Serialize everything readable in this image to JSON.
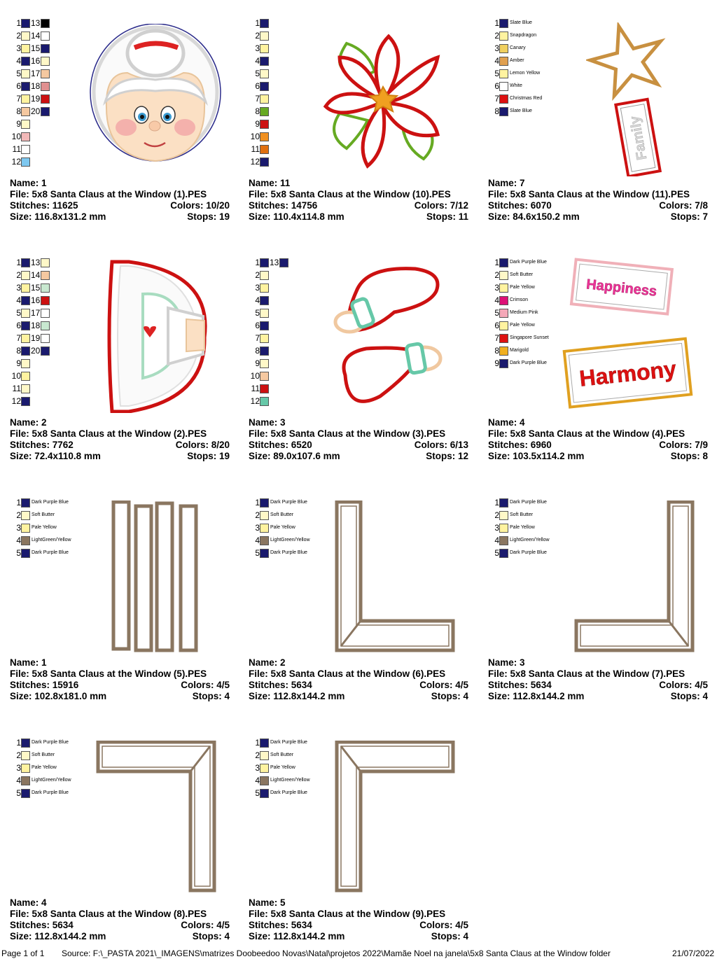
{
  "designs": [
    {
      "id": "d1",
      "name": "Name: 1",
      "file": "File: 5x8  Santa Claus at the Window (1).PES",
      "stitches": "Stitches: 11625",
      "colors": "Colors: 10/20",
      "size": "Size: 116.8x131.2 mm",
      "stops": "Stops: 19",
      "palette": [
        {
          "n": "1",
          "c": "#1a1a6e",
          "n2": "13",
          "c2": "#000000"
        },
        {
          "n": "2",
          "c": "#fff8c8",
          "n2": "14",
          "c2": "#ffffff"
        },
        {
          "n": "3",
          "c": "#fff3a0",
          "n2": "15",
          "c2": "#1a1a6e"
        },
        {
          "n": "4",
          "c": "#1a1a6e",
          "n2": "16",
          "c2": "#fff8c8"
        },
        {
          "n": "5",
          "c": "#fff8c8",
          "n2": "17",
          "c2": "#f5c8a0"
        },
        {
          "n": "6",
          "c": "#1a1a6e",
          "n2": "18",
          "c2": "#e09090"
        },
        {
          "n": "7",
          "c": "#fff3a0",
          "n2": "19",
          "c2": "#cc1111"
        },
        {
          "n": "8",
          "c": "#f5c8a0",
          "n2": "20",
          "c2": "#1a1a6e"
        },
        {
          "n": "9",
          "c": "#fff8c8"
        },
        {
          "n": "10",
          "c": "#f2b8b8"
        },
        {
          "n": "11",
          "c": "#ffffff"
        },
        {
          "n": "12",
          "c": "#7ec8f0"
        }
      ]
    },
    {
      "id": "d2",
      "name": "Name: 11",
      "file": "File: 5x8  Santa Claus at the Window (10).PES",
      "stitches": "Stitches: 14756",
      "colors": "Colors: 7/12",
      "size": "Size: 110.4x114.8 mm",
      "stops": "Stops: 11",
      "palette": [
        {
          "n": "1",
          "c": "#1a1a6e"
        },
        {
          "n": "2",
          "c": "#fff8c8"
        },
        {
          "n": "3",
          "c": "#fff3a0"
        },
        {
          "n": "4",
          "c": "#1a1a6e"
        },
        {
          "n": "5",
          "c": "#fff8c8"
        },
        {
          "n": "6",
          "c": "#1a1a6e"
        },
        {
          "n": "7",
          "c": "#fff3a0"
        },
        {
          "n": "8",
          "c": "#66aa22"
        },
        {
          "n": "9",
          "c": "#cc1111"
        },
        {
          "n": "10",
          "c": "#f09020"
        },
        {
          "n": "11",
          "c": "#e07010"
        },
        {
          "n": "12",
          "c": "#1a1a6e"
        }
      ]
    },
    {
      "id": "d3",
      "name": "Name: 7",
      "file": "File: 5x8  Santa Claus at the Window (11).PES",
      "stitches": "Stitches: 6070",
      "colors": "Colors: 7/8",
      "size": "Size: 84.6x150.2 mm",
      "stops": "Stops: 7",
      "palette": [
        {
          "n": "1",
          "c": "#1a1a6e",
          "label": "Slate Blue"
        },
        {
          "n": "2",
          "c": "#fff3a0",
          "label": "Snapdragon"
        },
        {
          "n": "3",
          "c": "#f0d060",
          "label": "Canary"
        },
        {
          "n": "4",
          "c": "#e0a050",
          "label": "Amber"
        },
        {
          "n": "5",
          "c": "#fff3a0",
          "label": "Lemon Yellow"
        },
        {
          "n": "6",
          "c": "#ffffff",
          "label": "White"
        },
        {
          "n": "7",
          "c": "#dd1111",
          "label": "Christmas Red"
        },
        {
          "n": "8",
          "c": "#1a1a6e",
          "label": "Slate Blue"
        }
      ]
    },
    {
      "id": "d4",
      "name": "Name: 2",
      "file": "File: 5x8  Santa Claus at the Window (2).PES",
      "stitches": "Stitches: 7762",
      "colors": "Colors: 8/20",
      "size": "Size: 72.4x110.8 mm",
      "stops": "Stops: 19",
      "palette": [
        {
          "n": "1",
          "c": "#1a1a6e",
          "n2": "13",
          "c2": "#fff8c8"
        },
        {
          "n": "2",
          "c": "#fff8c8",
          "n2": "14",
          "c2": "#f5c8a0"
        },
        {
          "n": "3",
          "c": "#fff3a0",
          "n2": "15",
          "c2": "#c8e8d0"
        },
        {
          "n": "4",
          "c": "#1a1a6e",
          "n2": "16",
          "c2": "#cc1111"
        },
        {
          "n": "5",
          "c": "#fff8c8",
          "n2": "17",
          "c2": "#ffffff"
        },
        {
          "n": "6",
          "c": "#1a1a6e",
          "n2": "18",
          "c2": "#c8e8d0"
        },
        {
          "n": "7",
          "c": "#fff3a0",
          "n2": "19",
          "c2": "#ffffff"
        },
        {
          "n": "8",
          "c": "#1a1a6e",
          "n2": "20",
          "c2": "#1a1a6e"
        },
        {
          "n": "9",
          "c": "#fff8c8"
        },
        {
          "n": "10",
          "c": "#fff3a0"
        },
        {
          "n": "11",
          "c": "#fff8c8"
        },
        {
          "n": "12",
          "c": "#1a1a6e"
        }
      ]
    },
    {
      "id": "d5",
      "name": "Name: 3",
      "file": "File: 5x8  Santa Claus at the Window (3).PES",
      "stitches": "Stitches: 6520",
      "colors": "Colors: 6/13",
      "size": "Size: 89.0x107.6 mm",
      "stops": "Stops: 12",
      "palette": [
        {
          "n": "1",
          "c": "#1a1a6e",
          "n2": "13",
          "c2": "#1a1a6e"
        },
        {
          "n": "2",
          "c": "#fff8c8"
        },
        {
          "n": "3",
          "c": "#fff3a0"
        },
        {
          "n": "4",
          "c": "#1a1a6e"
        },
        {
          "n": "5",
          "c": "#fff8c8"
        },
        {
          "n": "6",
          "c": "#1a1a6e"
        },
        {
          "n": "7",
          "c": "#fff3a0"
        },
        {
          "n": "8",
          "c": "#1a1a6e"
        },
        {
          "n": "9",
          "c": "#fff8c8"
        },
        {
          "n": "10",
          "c": "#f5c8a0"
        },
        {
          "n": "11",
          "c": "#cc1111"
        },
        {
          "n": "12",
          "c": "#66c8a8"
        }
      ]
    },
    {
      "id": "d6",
      "name": "Name: 4",
      "file": "File: 5x8  Santa Claus at the Window (4).PES",
      "stitches": "Stitches: 6960",
      "colors": "Colors: 7/9",
      "size": "Size: 103.5x114.2 mm",
      "stops": "Stops: 8",
      "palette": [
        {
          "n": "1",
          "c": "#1a1a6e",
          "label": "Dark Purple Blue"
        },
        {
          "n": "2",
          "c": "#fff8c8",
          "label": "Soft Butter"
        },
        {
          "n": "3",
          "c": "#fff3a0",
          "label": "Pale Yellow"
        },
        {
          "n": "4",
          "c": "#dd1177",
          "label": "Crimson"
        },
        {
          "n": "5",
          "c": "#f5a8b8",
          "label": "Medium Pink"
        },
        {
          "n": "6",
          "c": "#fff3a0",
          "label": "Pale Yellow"
        },
        {
          "n": "7",
          "c": "#dd1111",
          "label": "Singapore Sunset"
        },
        {
          "n": "8",
          "c": "#f0b020",
          "label": "Marigold"
        },
        {
          "n": "9",
          "c": "#1a1a6e",
          "label": "Dark Purple Blue"
        }
      ]
    },
    {
      "id": "d7",
      "name": "Name: 1",
      "file": "File: 5x8  Santa Claus at the Window (5).PES",
      "stitches": "Stitches: 15916",
      "colors": "Colors: 4/5",
      "size": "Size: 102.8x181.0 mm",
      "stops": "Stops: 4",
      "palette": [
        {
          "n": "1",
          "c": "#1a1a6e",
          "label": "Dark Purple Blue"
        },
        {
          "n": "2",
          "c": "#fff8c8",
          "label": "Soft Butter"
        },
        {
          "n": "3",
          "c": "#fff3a0",
          "label": "Pale Yellow"
        },
        {
          "n": "4",
          "c": "#8a7660",
          "label": "LightGreen/Yellow"
        },
        {
          "n": "5",
          "c": "#1a1a6e",
          "label": "Dark Purple Blue"
        }
      ]
    },
    {
      "id": "d8",
      "name": "Name: 2",
      "file": "File: 5x8  Santa Claus at the Window (6).PES",
      "stitches": "Stitches: 5634",
      "colors": "Colors: 4/5",
      "size": "Size: 112.8x144.2 mm",
      "stops": "Stops: 4",
      "palette": [
        {
          "n": "1",
          "c": "#1a1a6e",
          "label": "Dark Purple Blue"
        },
        {
          "n": "2",
          "c": "#fff8c8",
          "label": "Soft Butter"
        },
        {
          "n": "3",
          "c": "#fff3a0",
          "label": "Pale Yellow"
        },
        {
          "n": "4",
          "c": "#8a7660",
          "label": "LightGreen/Yellow"
        },
        {
          "n": "5",
          "c": "#1a1a6e",
          "label": "Dark Purple Blue"
        }
      ]
    },
    {
      "id": "d9",
      "name": "Name: 3",
      "file": "File: 5x8  Santa Claus at the Window (7).PES",
      "stitches": "Stitches: 5634",
      "colors": "Colors: 4/5",
      "size": "Size: 112.8x144.2 mm",
      "stops": "Stops: 4",
      "palette": [
        {
          "n": "1",
          "c": "#1a1a6e",
          "label": "Dark Purple Blue"
        },
        {
          "n": "2",
          "c": "#fff8c8",
          "label": "Soft Butter"
        },
        {
          "n": "3",
          "c": "#fff3a0",
          "label": "Pale Yellow"
        },
        {
          "n": "4",
          "c": "#8a7660",
          "label": "LightGreen/Yellow"
        },
        {
          "n": "5",
          "c": "#1a1a6e",
          "label": "Dark Purple Blue"
        }
      ]
    },
    {
      "id": "d10",
      "name": "Name: 4",
      "file": "File: 5x8  Santa Claus at the Window (8).PES",
      "stitches": "Stitches: 5634",
      "colors": "Colors: 4/5",
      "size": "Size: 112.8x144.2 mm",
      "stops": "Stops: 4",
      "palette": [
        {
          "n": "1",
          "c": "#1a1a6e",
          "label": "Dark Purple Blue"
        },
        {
          "n": "2",
          "c": "#fff8c8",
          "label": "Soft Butter"
        },
        {
          "n": "3",
          "c": "#fff3a0",
          "label": "Pale Yellow"
        },
        {
          "n": "4",
          "c": "#8a7660",
          "label": "LightGreen/Yellow"
        },
        {
          "n": "5",
          "c": "#1a1a6e",
          "label": "Dark Purple Blue"
        }
      ]
    },
    {
      "id": "d11",
      "name": "Name: 5",
      "file": "File: 5x8  Santa Claus at the Window (9).PES",
      "stitches": "Stitches: 5634",
      "colors": "Colors: 4/5",
      "size": "Size: 112.8x144.2 mm",
      "stops": "Stops: 4",
      "palette": [
        {
          "n": "1",
          "c": "#1a1a6e",
          "label": "Dark Purple Blue"
        },
        {
          "n": "2",
          "c": "#fff8c8",
          "label": "Soft Butter"
        },
        {
          "n": "3",
          "c": "#fff3a0",
          "label": "Pale Yellow"
        },
        {
          "n": "4",
          "c": "#8a7660",
          "label": "LightGreen/Yellow"
        },
        {
          "n": "5",
          "c": "#1a1a6e",
          "label": "Dark Purple Blue"
        }
      ]
    }
  ],
  "art_text": {
    "family": "Family",
    "happiness": "Happiness",
    "harmony": "Harmony"
  },
  "footer": {
    "page": "Page 1 of 1",
    "source": "Source: F:\\_PASTA 2021\\_IMAGENS\\matrizes Doobeedoo Novas\\Natal\\projetos 2022\\Mamãe Noel na janela\\5x8 Santa Claus at the Window folder",
    "date": "21/07/2022"
  }
}
